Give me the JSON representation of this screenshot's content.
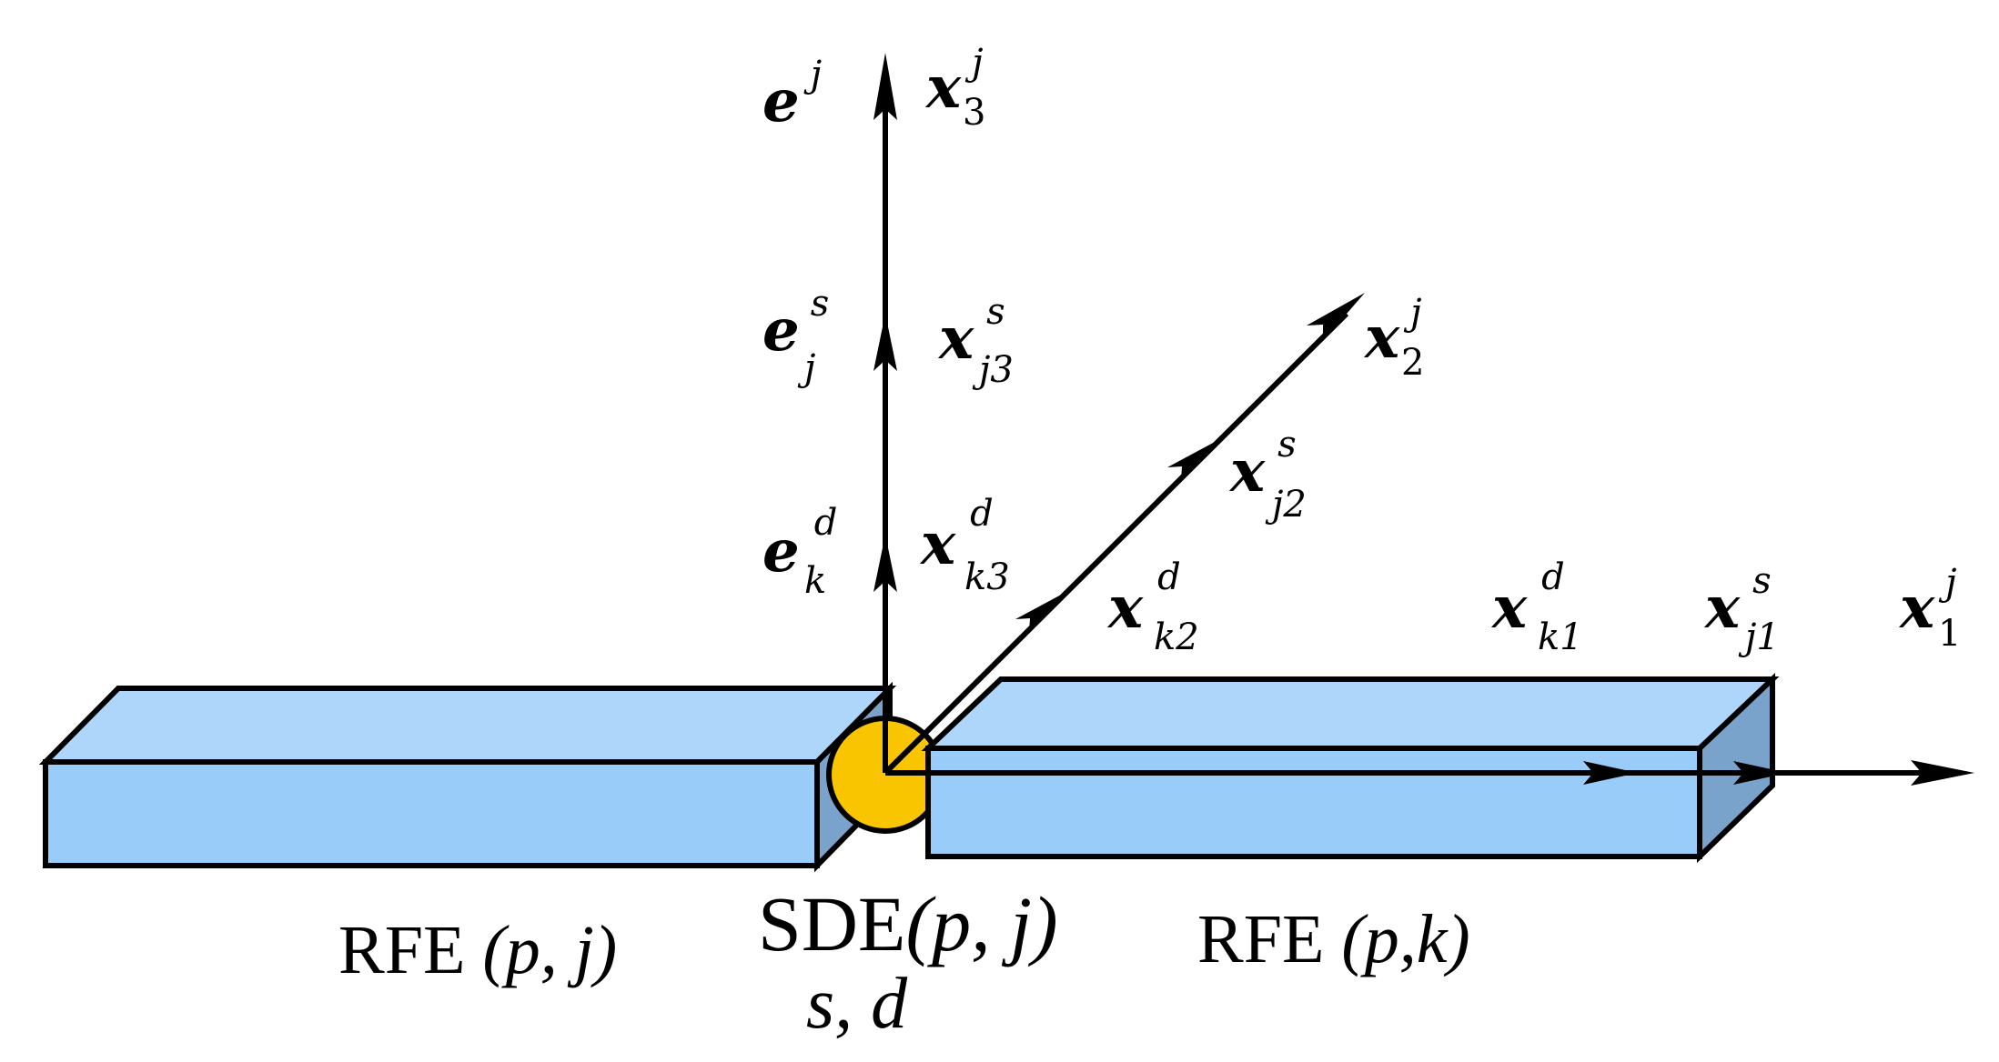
{
  "elements": {
    "left": {
      "label": "RFE",
      "args": "(p, j)"
    },
    "right": {
      "label": "RFE",
      "args": "(p,k)"
    },
    "joint": {
      "label": "SDE",
      "args": "(p, j)",
      "sub": "s, d"
    }
  },
  "vectors": {
    "e_j": {
      "base": "e",
      "sup": "j",
      "sub": ""
    },
    "e_s_j": {
      "base": "e",
      "sup": "s",
      "sub": "j"
    },
    "e_d_k": {
      "base": "e",
      "sup": "d",
      "sub": "k"
    },
    "x3_j": {
      "base": "x",
      "sup": "j",
      "sub": "3"
    },
    "xj3_s": {
      "base": "x",
      "sup": "s",
      "sub": "j3"
    },
    "xk3_d": {
      "base": "x",
      "sup": "d",
      "sub": "k3"
    },
    "x2_j": {
      "base": "x",
      "sup": "j",
      "sub": "2"
    },
    "xj2_s": {
      "base": "x",
      "sup": "s",
      "sub": "j2"
    },
    "xk2_d": {
      "base": "x",
      "sup": "d",
      "sub": "k2"
    },
    "xk1_d": {
      "base": "x",
      "sup": "d",
      "sub": "k1"
    },
    "xj1_s": {
      "base": "x",
      "sup": "s",
      "sub": "j1"
    },
    "x1_j": {
      "base": "x",
      "sup": "j",
      "sub": "1"
    }
  },
  "colors": {
    "beam_front": "#99ccf8",
    "beam_top": "#aed6fb",
    "beam_side": "#7aa3cc",
    "joint": "#f9c500",
    "stroke": "#000000"
  }
}
